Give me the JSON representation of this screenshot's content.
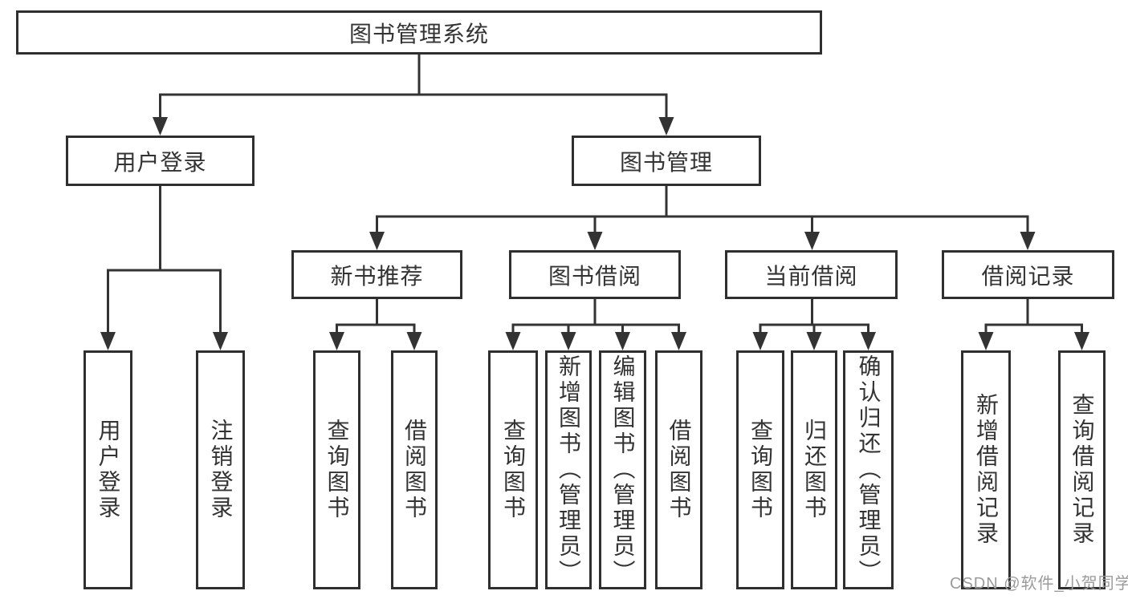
{
  "diagram_title": "图书管理系统",
  "tree": {
    "label": "图书管理系统",
    "children": [
      {
        "label": "用户登录",
        "children": [
          {
            "label": "用户登录"
          },
          {
            "label": "注销登录"
          }
        ]
      },
      {
        "label": "图书管理",
        "children": [
          {
            "label": "新书推荐",
            "children": [
              {
                "label": "查询图书"
              },
              {
                "label": "借阅图书"
              }
            ]
          },
          {
            "label": "图书借阅",
            "children": [
              {
                "label": "查询图书"
              },
              {
                "label": "新增图书（管理员）"
              },
              {
                "label": "编辑图书（管理员）"
              },
              {
                "label": "借阅图书"
              }
            ]
          },
          {
            "label": "当前借阅",
            "children": [
              {
                "label": "查询图书"
              },
              {
                "label": "归还图书"
              },
              {
                "label": "确认归还（管理员）"
              }
            ]
          },
          {
            "label": "借阅记录",
            "children": [
              {
                "label": "新增借阅记录"
              },
              {
                "label": "查询借阅记录"
              }
            ]
          }
        ]
      }
    ]
  },
  "watermark": {
    "text": "CSDN @软件_小贺同学",
    "color": "#9b9b9b"
  },
  "colors": {
    "line": "#333333",
    "box_border": "#2f2f2f",
    "text": "#333333",
    "background": "#ffffff"
  }
}
